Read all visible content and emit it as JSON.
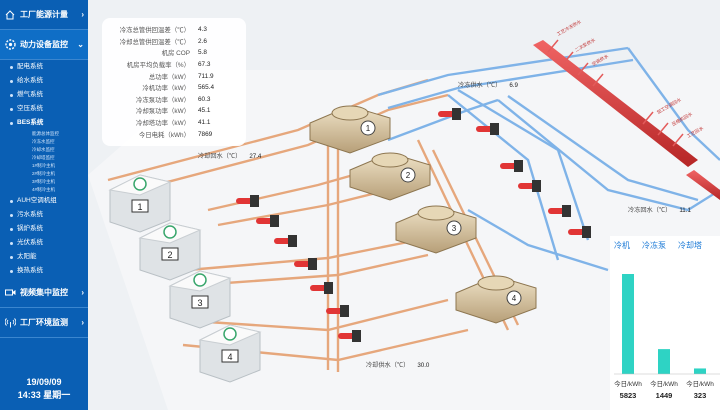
{
  "sidebar": {
    "items": [
      {
        "label": "工厂能源计量",
        "icon": "house-icon",
        "arrow": "›"
      },
      {
        "label": "动力设备监控",
        "icon": "gear-icon",
        "arrow": "⌄"
      },
      {
        "label": "视频集中监控",
        "icon": "camera-icon",
        "arrow": "›"
      },
      {
        "label": "工厂环境监测",
        "icon": "antenna-icon",
        "arrow": "›"
      }
    ],
    "subitems": [
      "配电系统",
      "给水系统",
      "燃气系统",
      "空压系统",
      "BES系统",
      "AUH空调机组",
      "污水系统",
      "锅炉系统",
      "光伏系统",
      "太阳能",
      "换热系统"
    ],
    "bes_children": [
      "能源总体监控",
      "冷冻水监控",
      "冷却水监控",
      "冷却塔监控",
      "1#制冷主机",
      "2#制冷主机",
      "3#制冷主机",
      "4#制冷主机"
    ],
    "date": "19/09/09",
    "time": "14:33 星期一"
  },
  "stats": [
    {
      "label": "冷冻总管供回温差（℃）",
      "value": "4.3"
    },
    {
      "label": "冷却总管供回温差（℃）",
      "value": "2.6"
    },
    {
      "label": "机房 COP",
      "value": "5.8"
    },
    {
      "label": "机房平均负载率（%）",
      "value": "67.3"
    },
    {
      "label": "总功率（kW）",
      "value": "711.9"
    },
    {
      "label": "冷机功率（kW）",
      "value": "565.4"
    },
    {
      "label": "冷冻泵功率（kW）",
      "value": "60.3"
    },
    {
      "label": "冷却泵功率（kW）",
      "value": "45.1"
    },
    {
      "label": "冷却塔功率（kW）",
      "value": "41.1"
    },
    {
      "label": "今日电耗（kWh）",
      "value": "7869"
    }
  ],
  "temps": {
    "chw_supply": {
      "label": "冷冻供水（℃）",
      "value": "6.9"
    },
    "cw_return": {
      "label": "冷却回水（℃）",
      "value": "27.4"
    },
    "chw_return": {
      "label": "冷冻回水（℃）",
      "value": "11.1"
    },
    "cw_supply": {
      "label": "冷却供水（℃）",
      "value": "30.0"
    }
  },
  "units": [
    "1",
    "2",
    "3",
    "4"
  ],
  "towers": [
    "1",
    "2",
    "3",
    "4"
  ],
  "header_branches": [
    "工艺冷冻供水",
    "二次泵供水",
    "空调供水",
    "加工空调回水",
    "压缩机回水",
    "工艺回水"
  ],
  "colors": {
    "sidebar": "#0a5fb4",
    "accent": "#1a79d6",
    "bar": "#2ed3c4",
    "header": "#d93a3a",
    "cool_pipe": "#7fb3e8",
    "warm_pipe": "#e6a77c"
  },
  "panel": {
    "tabs": [
      "冷机",
      "冷冻泵",
      "冷却塔"
    ],
    "unit": "今日/kWh",
    "values": [
      "5823",
      "1449",
      "323"
    ]
  },
  "chart_data": {
    "type": "bar",
    "categories": [
      "冷机",
      "冷冻泵",
      "冷却塔"
    ],
    "values": [
      5823,
      1449,
      323
    ],
    "ylabel": "今日/kWh"
  }
}
